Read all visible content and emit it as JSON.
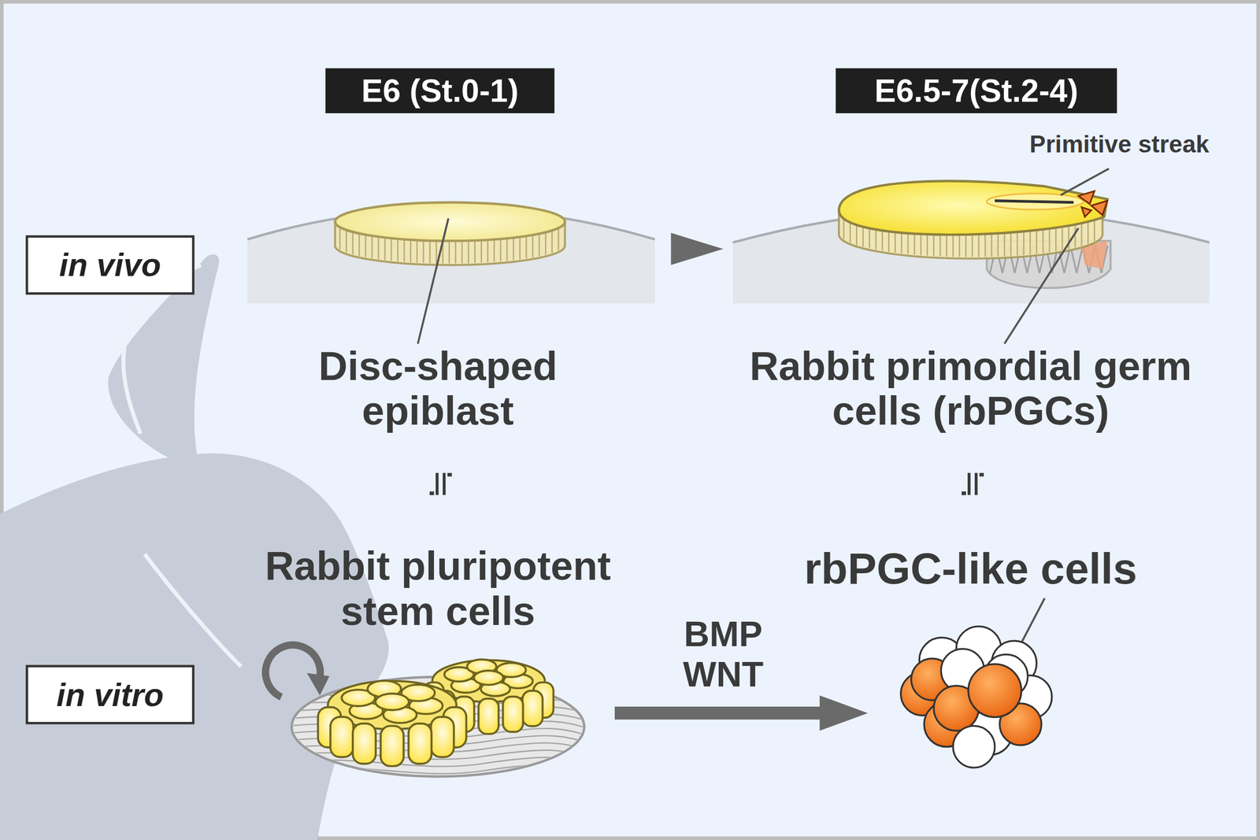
{
  "diagram": {
    "nodes": [
      {
        "text": [
          "E6 (St.0-1)"
        ]
      },
      {
        "text": [
          "E6.5-7(St.2-4)"
        ]
      },
      {
        "text": [
          "in vivo"
        ]
      },
      {
        "text": [
          "in vitro"
        ]
      }
    ],
    "labels": [
      "Primitive streak",
      "Disc-shaped epiblast",
      "Rabbit primordial germ cells (rbPGCs)",
      "≒",
      "≒",
      "Rabbit pluripotent stem cells",
      "rbPGC-like cells",
      "BMP WNT"
    ]
  }
}
